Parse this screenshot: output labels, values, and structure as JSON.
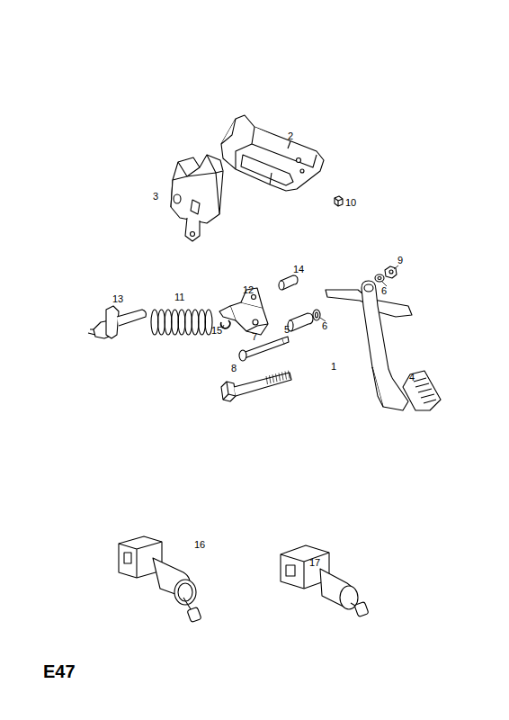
{
  "diagram": {
    "labels": [
      "2",
      "3",
      "10",
      "14",
      "9",
      "13",
      "11",
      "12",
      "6",
      "15",
      "6",
      "7",
      "5",
      "1",
      "4",
      "8",
      "16",
      "17",
      "E47"
    ]
  }
}
